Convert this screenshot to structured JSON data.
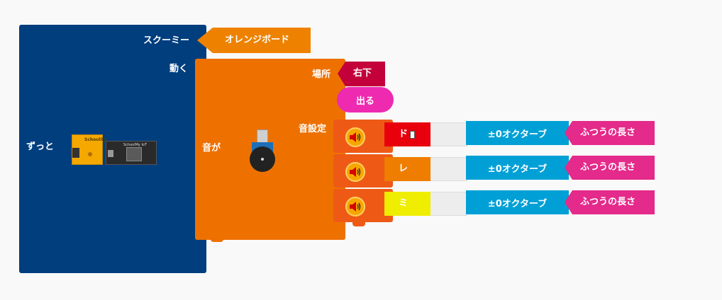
{
  "blocks": {
    "forever": {
      "label": "ずっと"
    },
    "schoolmy": {
      "label": "スクーミー",
      "value": "オレンジボード"
    },
    "move": {
      "label": "動く"
    },
    "place": {
      "label": "場所",
      "value": "右下"
    },
    "appear": {
      "label": "出る"
    },
    "sound": {
      "label": "音が"
    },
    "sound_setting": {
      "label": "音設定"
    },
    "notes": [
      {
        "note": "ド",
        "octave": "±0オクターブ",
        "length": "ふつうの長さ",
        "note_color": "#e8000c"
      },
      {
        "note": "レ",
        "octave": "±0オクターブ",
        "length": "ふつうの長さ",
        "note_color": "#ee7d00"
      },
      {
        "note": "ミ",
        "octave": "±0オクターブ",
        "length": "ふつうの長さ",
        "note_color": "#efed00"
      }
    ]
  },
  "devices": {
    "board_label": "Schoolity",
    "iot_label": "SchoolMy IoT"
  },
  "colors": {
    "forever": "#003e7e",
    "move": "#ee7100",
    "orange_board": "#ee8200",
    "place": "#c4003b",
    "appear": "#ee2ab0",
    "sound_block": "#ee5a16",
    "octave": "#00a0d6",
    "length": "#e42a8a"
  },
  "icons": [
    "speaker-icon",
    "buzzer-icon",
    "dropdown-icon"
  ]
}
